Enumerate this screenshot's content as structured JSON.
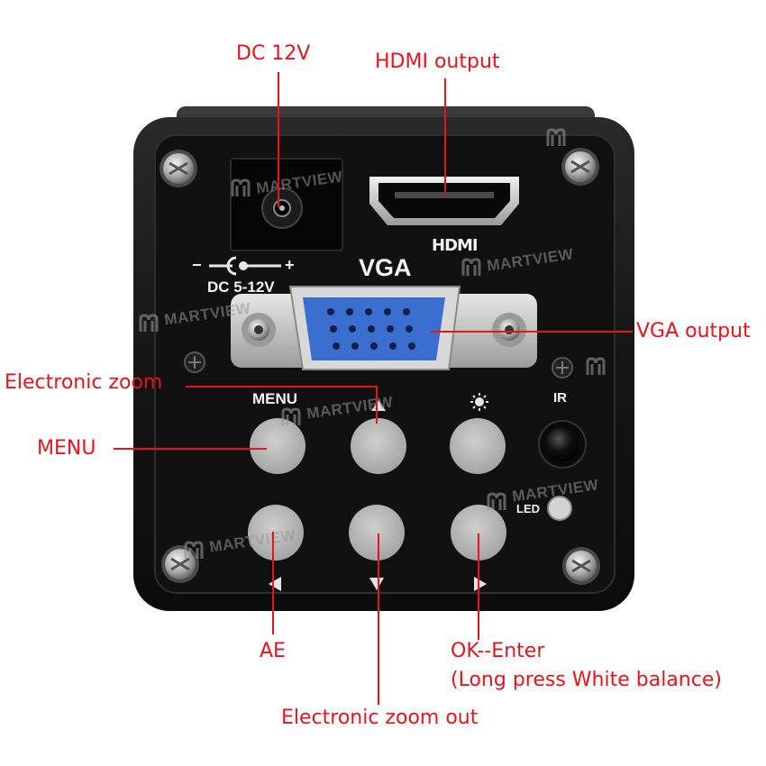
{
  "callouts": {
    "dc_12v": "DC 12V",
    "hdmi_output": "HDMI output",
    "vga_output": "VGA output",
    "electronic_zoom": "Electronic zoom",
    "menu": "MENU",
    "ae": "AE",
    "ok_enter": "OK--Enter",
    "long_press": "(Long press White balance)",
    "electronic_zoom_out": "Electronic zoom out"
  },
  "panel_labels": {
    "dc_range": "DC 5-12V",
    "polarity_minus": "−",
    "polarity_plus": "+",
    "vga": "VGA",
    "hdmi": "HDMI",
    "menu": "MENU",
    "ir": "IR",
    "led": "LED"
  },
  "watermark": "MARTVIEW",
  "colors": {
    "callout": "#e8141b",
    "body": "#131313",
    "button": "#b8b8b8",
    "vga_blue": "#3a6fd0"
  }
}
